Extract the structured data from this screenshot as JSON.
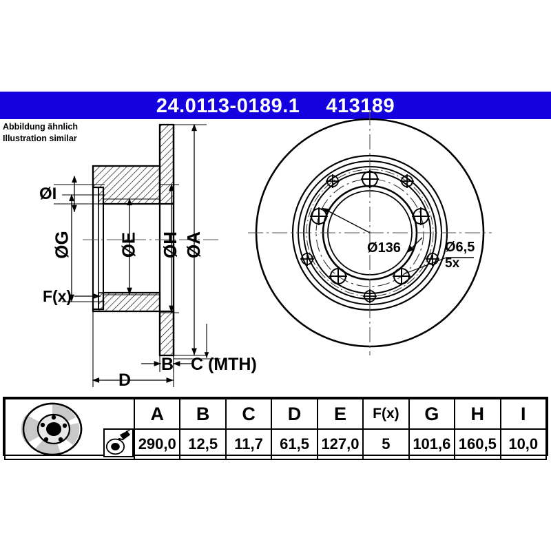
{
  "header": {
    "part_number": "24.0113-0189.1",
    "reference_number": "413189",
    "bar_color": "#1500e0",
    "text_color": "#ffffff"
  },
  "note": {
    "line_de": "Abbildung ähnlich",
    "line_en": "Illustration similar"
  },
  "section_view": {
    "labels": {
      "dia_i": "ØI",
      "dia_g": "ØG",
      "dia_e": "ØE",
      "dia_h": "ØH",
      "dia_a": "ØA",
      "fx": "F(x)",
      "b": "B",
      "c": "C (MTH)",
      "d": "D"
    }
  },
  "face_view": {
    "bolt_circle": "Ø136",
    "hole_dia": "Ø6,5",
    "hole_count": "5x"
  },
  "spec_table": {
    "headers": [
      "A",
      "B",
      "C",
      "D",
      "E",
      "F(x)",
      "G",
      "H",
      "I"
    ],
    "values": [
      "290,0",
      "12,5",
      "11,7",
      "61,5",
      "127,0",
      "5",
      "101,6",
      "160,5",
      "10,0"
    ],
    "icons": [
      "brake-disc-icon",
      "caliper-measure-icon"
    ]
  },
  "chart_data": {
    "type": "table",
    "title": "ATE Brake Disc 24.0113-0189.1 / 413189",
    "categories": [
      "A",
      "B",
      "C",
      "D",
      "E",
      "F(x)",
      "G",
      "H",
      "I"
    ],
    "values": [
      290.0,
      12.5,
      11.7,
      61.5,
      127.0,
      5,
      101.6,
      160.5,
      10.0
    ],
    "units": "mm",
    "annotations": [
      "Ø136",
      "Ø6,5",
      "5x",
      "C (MTH)"
    ]
  }
}
